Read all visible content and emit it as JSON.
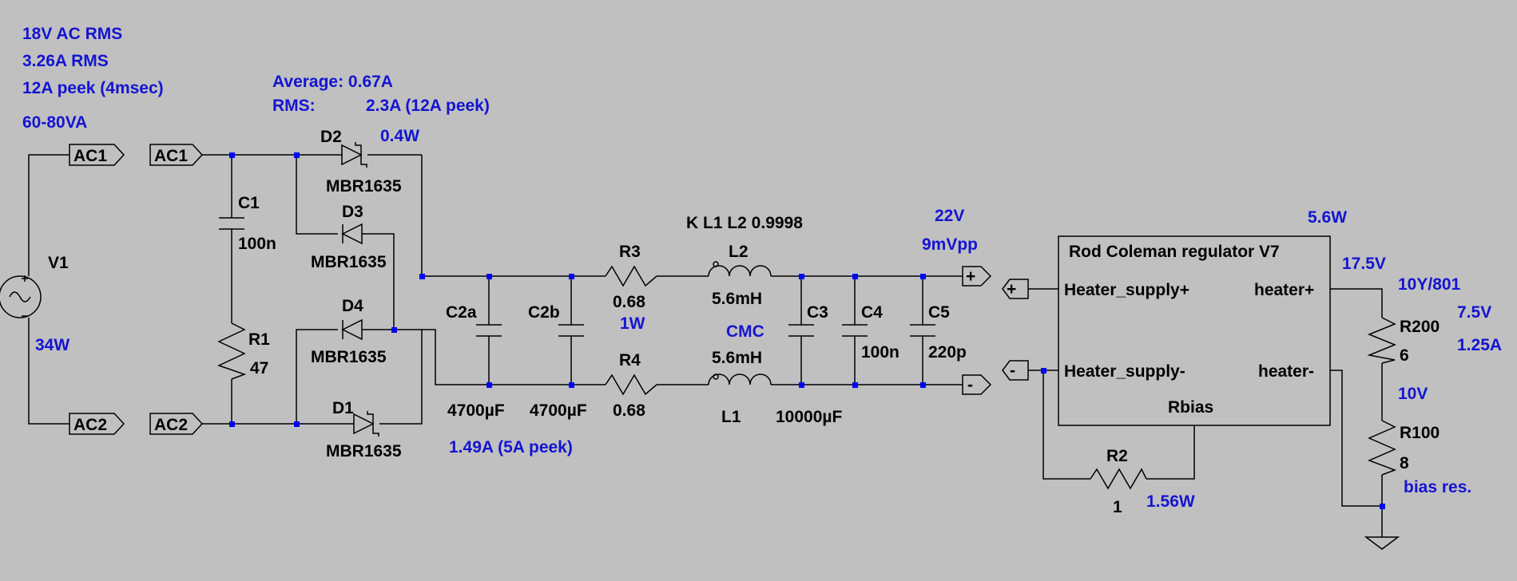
{
  "notes": {
    "ac_voltage": "18V AC RMS",
    "ac_current": "3.26A RMS",
    "ac_peak": "12A peek (4msec)",
    "va": "60-80VA",
    "src_power": "34W",
    "diode_avg": "Average:  0.67A",
    "diode_rms_label": "RMS:",
    "diode_rms_value": "2.3A (12A peek)",
    "diode_power": "0.4W",
    "cap_current": "1.49A (5A peek)",
    "r3_power": "1W",
    "cmc": "CMC",
    "v_out": "22V",
    "ripple": "9mVpp",
    "reg_power": "5.6W",
    "heater_v": "17.5V",
    "tube": "10Y/801",
    "tube_v": "7.5V",
    "tube_i": "1.25A",
    "mid_v": "10V",
    "bias_res": "bias res.",
    "r2_power": "1.56W"
  },
  "components": {
    "V1": "V1",
    "C1": {
      "name": "C1",
      "value": "100n"
    },
    "R1": {
      "name": "R1",
      "value": "47"
    },
    "D2": {
      "name": "D2",
      "value": "MBR1635"
    },
    "D3": {
      "name": "D3",
      "value": "MBR1635"
    },
    "D4": {
      "name": "D4",
      "value": "MBR1635"
    },
    "D1": {
      "name": "D1",
      "value": "MBR1635"
    },
    "C2a": {
      "name": "C2a",
      "value": "4700µF"
    },
    "C2b": {
      "name": "C2b",
      "value": "4700µF"
    },
    "R3": {
      "name": "R3",
      "value": "0.68"
    },
    "R4": {
      "name": "R4",
      "value": "0.68"
    },
    "L2": {
      "name": "L2",
      "value": "5.6mH"
    },
    "L1": {
      "name": "L1",
      "value": "5.6mH"
    },
    "K": "K L1 L2 0.9998",
    "C3": {
      "name": "C3",
      "value": "10000µF"
    },
    "C4": {
      "name": "C4",
      "value": "100n"
    },
    "C5": {
      "name": "C5",
      "value": "220p"
    },
    "R2": {
      "name": "R2",
      "value": "1"
    },
    "R200": {
      "name": "R200",
      "value": "6"
    },
    "R100": {
      "name": "R100",
      "value": "8"
    }
  },
  "ports": {
    "ac1_out": "AC1",
    "ac2_out": "AC2",
    "ac1_in": "AC1",
    "ac2_in": "AC2",
    "plus_out": "+",
    "minus_out": "-",
    "plus_in": "+",
    "minus_in": "-"
  },
  "regulator": {
    "title": "Rod Coleman regulator V7",
    "pin_supply_plus": "Heater_supply+",
    "pin_supply_minus": "Heater_supply-",
    "pin_heater_plus": "heater+",
    "pin_heater_minus": "heater-",
    "pin_rbias": "Rbias"
  },
  "colors": {
    "background": "#c0c0c0",
    "wire": "#000000",
    "annotation": "#1414d2",
    "junction": "#0000ff"
  }
}
